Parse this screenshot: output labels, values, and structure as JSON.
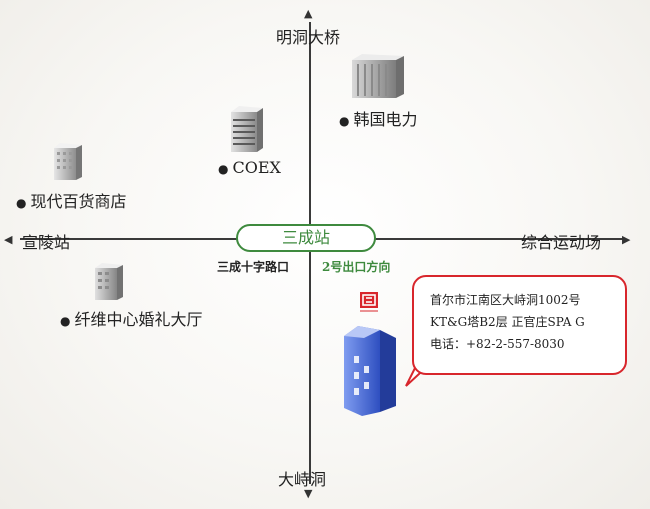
{
  "directions": {
    "north": "明洞大桥",
    "south": "大峙洞",
    "west": "宣陵站",
    "east": "综合运动场"
  },
  "center_station": "三成站",
  "landmarks": [
    {
      "id": "kepco",
      "label": "韩国电力"
    },
    {
      "id": "coex",
      "label": "COEX"
    },
    {
      "id": "hyundai",
      "label": "现代百货商店"
    },
    {
      "id": "wedding",
      "label": "纤维中心婚礼大厅"
    }
  ],
  "intersection_label": "三成十字路口",
  "exit_label": "2号出口方向",
  "destination": {
    "address_line1": "首尔市江南区大峙洞1002号",
    "address_line2": "KT&G塔B2层  正官庄SPA G",
    "phone": "电话：+82-2-557-8030"
  },
  "colors": {
    "accent_green": "#3e8a3e",
    "accent_red": "#d8262c",
    "building_blue": "#4a6fd8"
  }
}
